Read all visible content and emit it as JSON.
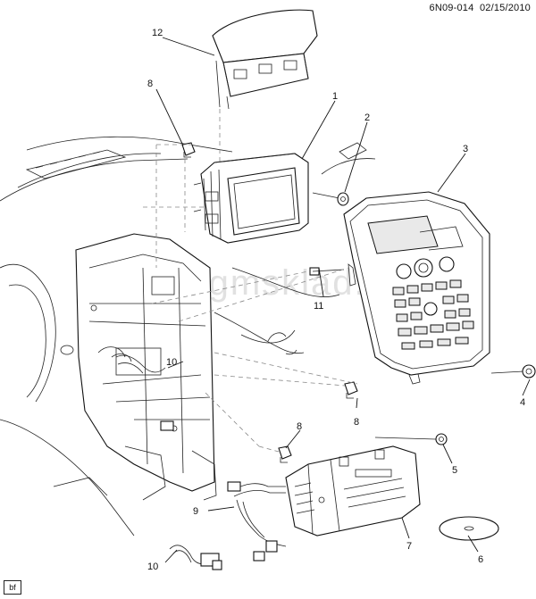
{
  "header": {
    "code": "6N09-014",
    "date": "02/15/2010"
  },
  "watermark": "www.gmsklad.ru",
  "corner_tag": "bf",
  "callouts": [
    {
      "id": "c1",
      "text": "1"
    },
    {
      "id": "c2",
      "text": "2"
    },
    {
      "id": "c3",
      "text": "3"
    },
    {
      "id": "c4",
      "text": "4"
    },
    {
      "id": "c5",
      "text": "5"
    },
    {
      "id": "c6",
      "text": "6"
    },
    {
      "id": "c7",
      "text": "7"
    },
    {
      "id": "c8a",
      "text": "8"
    },
    {
      "id": "c8b",
      "text": "8"
    },
    {
      "id": "c8c",
      "text": "8"
    },
    {
      "id": "c9",
      "text": "9"
    },
    {
      "id": "c10a",
      "text": "10"
    },
    {
      "id": "c10b",
      "text": "10"
    },
    {
      "id": "c11",
      "text": "11"
    },
    {
      "id": "c12",
      "text": "12"
    }
  ]
}
